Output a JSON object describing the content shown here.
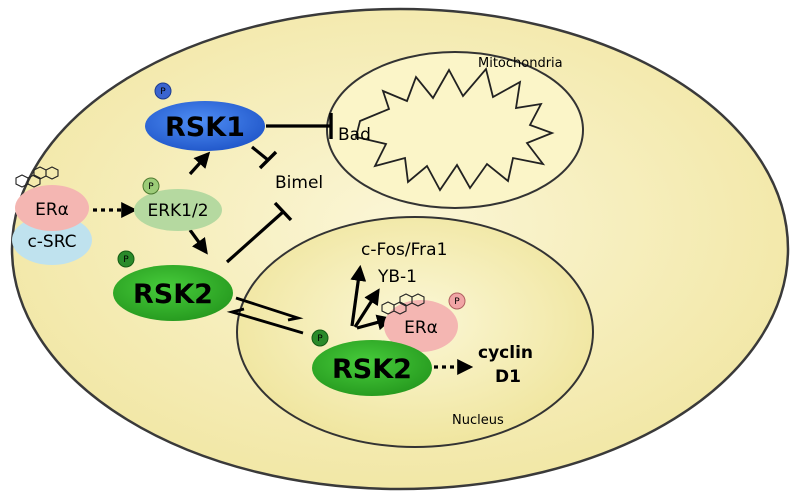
{
  "compartments": {
    "mitochondria": "Mitochondria",
    "nucleus": "Nucleus"
  },
  "proteins": {
    "rsk1": "RSK1",
    "rsk2_cytoplasm": "RSK2",
    "rsk2_nucleus": "RSK2",
    "erk": "ERK1/2",
    "era_cytoplasm": "ERα",
    "era_nucleus": "ERα",
    "csrc": "c-SRC"
  },
  "phospho_label": "P",
  "targets": {
    "bad": "Bad",
    "bimel": "Bimel",
    "cfos_fra1": "c-Fos/Fra1",
    "yb1": "YB-1",
    "cyclin": "cyclin",
    "d1": "D1"
  },
  "colors": {
    "background": "#ffffff",
    "cell": "#f7efb8",
    "cell_border": "#444444",
    "mito": "#fbf5c8",
    "nucleus": "#f6efb0",
    "rsk1": "#2f6fe0",
    "rsk2": "#33b52a",
    "erk": "#b5d9a0",
    "era": "#f4b6b2",
    "csrc": "#bfe2ee",
    "phospho_blue": "#3a64cf",
    "phospho_green": "#2a8a2a",
    "phospho_lightgreen": "#9ccc78",
    "phospho_pink": "#f1a5a5"
  }
}
